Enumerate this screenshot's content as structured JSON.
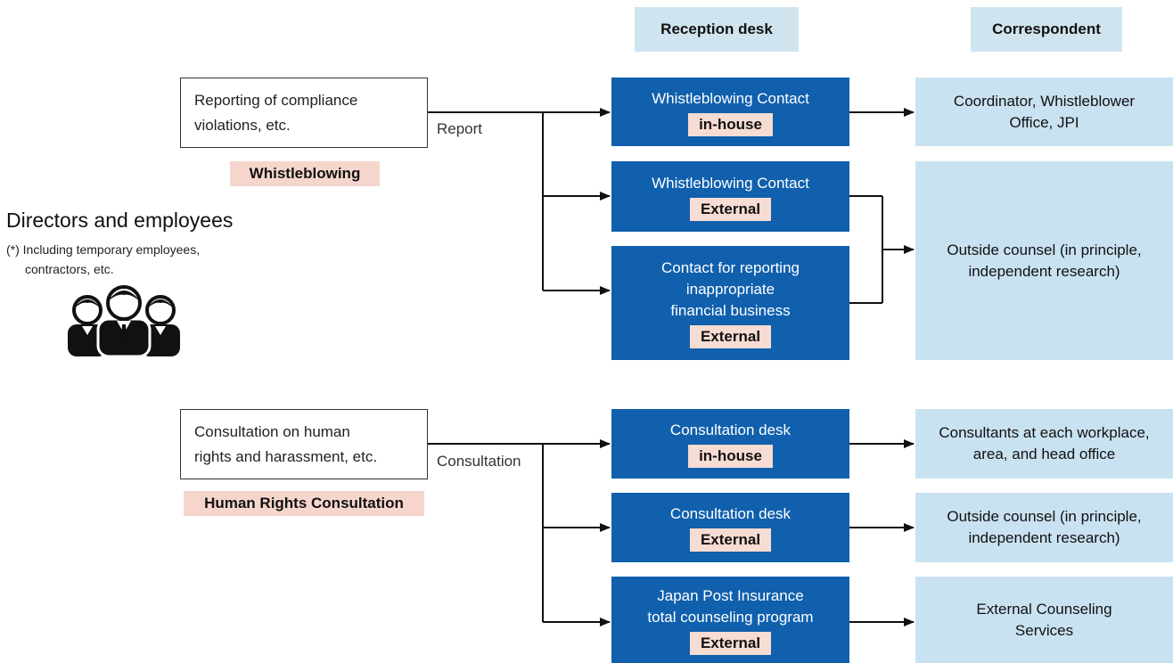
{
  "headers": {
    "reception": "Reception desk",
    "correspondent": "Correspondent"
  },
  "people": {
    "title": "Directors and employees",
    "note_line1": "(*) Including temporary employees,",
    "note_line2": "contractors, etc.",
    "icon": "three-people-icon"
  },
  "whistleblowing": {
    "source_line1": "Reporting of compliance",
    "source_line2": "violations, etc.",
    "flow_label": "Report",
    "category": "Whistleblowing",
    "desks": [
      {
        "lines": [
          "Whistleblowing Contact"
        ],
        "tag": "in-house"
      },
      {
        "lines": [
          "Whistleblowing Contact"
        ],
        "tag": "External"
      },
      {
        "lines": [
          "Contact for reporting",
          "inappropriate",
          "financial business"
        ],
        "tag": "External"
      }
    ],
    "correspondents": [
      {
        "lines": [
          "Coordinator, Whistleblower",
          "Office, JPI"
        ]
      },
      {
        "lines": [
          "Outside counsel (in principle,",
          "independent research)"
        ]
      }
    ]
  },
  "consultation": {
    "source_line1": "Consultation on human",
    "source_line2": "rights and harassment, etc.",
    "flow_label": "Consultation",
    "category": "Human Rights Consultation",
    "desks": [
      {
        "lines": [
          "Consultation desk"
        ],
        "tag": "in-house"
      },
      {
        "lines": [
          "Consultation desk"
        ],
        "tag": "External"
      },
      {
        "lines": [
          "Japan Post Insurance",
          "total counseling program"
        ],
        "tag": "External"
      }
    ],
    "correspondents": [
      {
        "lines": [
          "Consultants at each workplace,",
          "area, and head office"
        ]
      },
      {
        "lines": [
          "Outside counsel (in principle,",
          "independent research)"
        ]
      },
      {
        "lines": [
          "External Counseling",
          "Services"
        ]
      }
    ]
  },
  "colors": {
    "desk": "#1060ad",
    "correspondent": "#c9e2f1",
    "header": "#cfe4ee",
    "tag": "#f6d6cc",
    "line": "#111111"
  }
}
